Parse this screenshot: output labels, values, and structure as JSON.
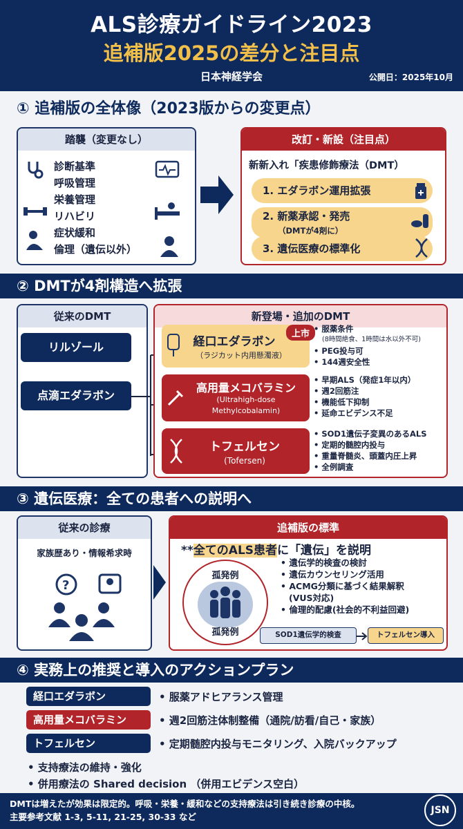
{
  "header": {
    "title": "ALS診療ガイドライン2023",
    "subtitle": "追補版2025の差分と注目点",
    "org": "日本神経学会",
    "date": "公開日：2025年10月"
  },
  "s1": {
    "heading": "① 追補版の全体像（2023版からの変更点）",
    "left_title": "踏襲（変更なし）",
    "left_items": [
      "診断基準",
      "呼吸管理",
      "栄養管理",
      "リハビリ",
      "症状緩和",
      "倫理（遺伝以外）"
    ],
    "right_title": "改訂・新設（注目点）",
    "right_lead": "新新入れ「疾患修飾療法（DMT）",
    "right_items": [
      "1. エダラボン運用拡張",
      "2. 新薬承認・発売",
      "3. 遺伝医療の標準化"
    ],
    "right_item2_note": "（DMTが4剤に）"
  },
  "s2": {
    "heading": "② DMTが4剤構造へ拡張",
    "left_title": "従来のDMT",
    "left_items": [
      "リルゾール",
      "点滴エダラボン"
    ],
    "right_title": "新登場・追加のDMT",
    "badge": "上市",
    "drugs": [
      {
        "name": "経口エダラボン",
        "sub": "（ラジカット内用懸濁液）",
        "bullets": [
          "服薬条件",
          "PEG投与可",
          "144週安全性"
        ],
        "note": "(8時間絶食、1時間は水以外不可)"
      },
      {
        "name": "高用量メコバラミン",
        "sub": "(Ultrahigh-dose",
        "sub2": "Methylcobalamin)",
        "bullets": [
          "早期ALS（発症1年以内）",
          "週2回筋注",
          "機能低下抑制",
          "延命エビデンス不足"
        ]
      },
      {
        "name": "トフェルセン",
        "sub": "(Tofersen)",
        "bullets": [
          "SOD1遺伝子変異のあるALS",
          "定期的髄腔内投与",
          "重量脊髄炎、頭蓋内圧上昇",
          "全例調査"
        ]
      }
    ]
  },
  "s3": {
    "heading": "③ 遺伝医療：全ての患者への説明へ",
    "left_title": "従来の診療",
    "left_text": "家族歴あり・情報希求時",
    "right_title": "追補版の標準",
    "lead_prefix": "**",
    "lead_em": "全てのALS患者",
    "lead_mid": "に「遺伝」を説明",
    "circle_top": "孤発例",
    "circle_bottom": "孤発例",
    "bullets": [
      "遺伝学的検査の検討",
      "遺伝カウンセリング活用",
      "ACMG分類に基づく結果解釈",
      "(VUS対応)",
      "倫理的配慮(社会的不利益回避)"
    ],
    "flow_a": "SOD1遺伝学的検査",
    "flow_b": "トフェルセン導入"
  },
  "s4": {
    "heading": "④ 実務上の推奨と導入のアクションプラン",
    "rows": [
      {
        "label": "経口エダラボン",
        "text": "• 服薬アドヒアランス管理",
        "color": "#0e2a5c"
      },
      {
        "label": "高用量メコバラミン",
        "text": "• 週2回筋注体制整備（通院/訪看/自己・家族）",
        "color": "#b0242a"
      },
      {
        "label": "トフェルセン",
        "text": "• 定期髄腔内投与モニタリング、入院バックアップ",
        "color": "#0e2a5c"
      }
    ],
    "extra": [
      "• 支持療法の維持・強化",
      "• 併用療法の Shared decision （併用エビデンス空白）"
    ]
  },
  "footer": {
    "line1": "DMTは増えたが効果は限定的。呼吸・栄養・緩和などの支持療法は引き続き診療の中核。",
    "line2": "主要参考文献 1-3, 5-11, 21-25, 30-33 など",
    "logo": "JSN"
  }
}
